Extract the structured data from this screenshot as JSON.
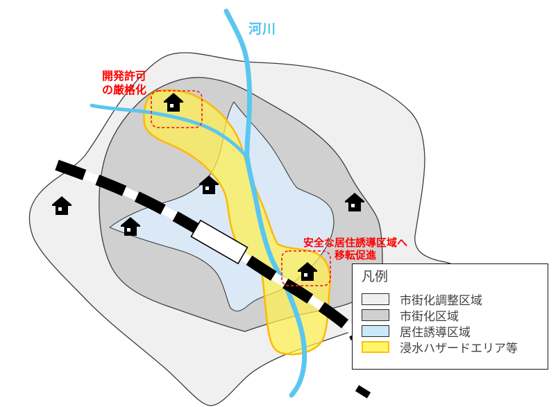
{
  "map": {
    "river_label": "河川",
    "annotation_development": "開発許可\nの厳格化",
    "annotation_relocation": "安全な居住誘導区域へ\n移転促進",
    "house_count": 6,
    "colors": {
      "river": "#5BC6F0",
      "river_label": "#4FC3EE",
      "annotation_red": "#FF0000",
      "railway_black": "#000000",
      "railway_casing": "#FFFFFF",
      "zone_control_area": "#F0F0F0",
      "zone_urbanization_area": "#D0D0D0",
      "zone_residence_guidance": "#DBE9F6",
      "hazard_fill": "#FFF04D",
      "hazard_border": "#FFB800",
      "zone_outline": "#3B3B3B"
    }
  },
  "legend": {
    "title": "凡例",
    "items": [
      {
        "label": "市街化調整区域",
        "swatch_color": "#F0F0F0",
        "swatch_border": "#262626"
      },
      {
        "label": "市街化区域",
        "swatch_color": "#D0D0D0",
        "swatch_border": "#262626"
      },
      {
        "label": "居住誘導区域",
        "swatch_color": "#C9E8F9",
        "swatch_border": "#262626"
      },
      {
        "label": "浸水ハザードエリア等",
        "swatch_color": "#FFF66E",
        "swatch_border": "#FFC000"
      }
    ]
  }
}
